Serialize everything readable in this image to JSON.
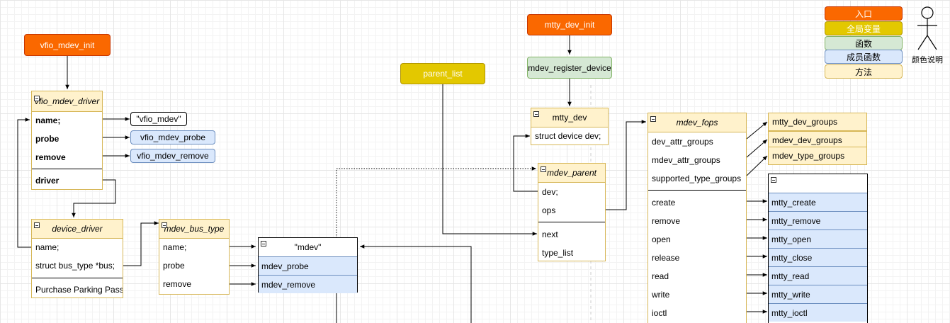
{
  "legend": {
    "entry": "入口",
    "global": "全局变量",
    "func": "函数",
    "member_func": "成员函数",
    "method": "方法",
    "caption": "颜色说明"
  },
  "nodes": {
    "vfio_mdev_init": "vfio_mdev_init",
    "parent_list": "parent_list",
    "mtty_dev_init": "mtty_dev_init",
    "mdev_register_device": "mdev_register_device"
  },
  "vfio_mdev_driver": {
    "title": "vfio_mdev_driver",
    "rows": [
      "name;",
      "probe",
      "remove",
      "driver"
    ]
  },
  "values": {
    "vfio_mdev_str": "\"vfio_mdev\"",
    "vfio_mdev_probe": "vfio_mdev_probe",
    "vfio_mdev_remove": "vfio_mdev_remove"
  },
  "device_driver": {
    "title": "device_driver",
    "rows": [
      "name;",
      "struct bus_type *bus;",
      "Purchase Parking Pass"
    ]
  },
  "mdev_bus_type": {
    "title": "mdev_bus_type",
    "rows": [
      "name;",
      "probe",
      "remove"
    ]
  },
  "mdev_box": {
    "title": "\"mdev\"",
    "rows": [
      "mdev_probe",
      "mdev_remove"
    ]
  },
  "mtty_dev": {
    "title": "mtty_dev",
    "rows": [
      "struct device dev;"
    ]
  },
  "mdev_parent": {
    "title": "mdev_parent",
    "rows": [
      "dev;",
      "ops",
      "next",
      "type_list"
    ]
  },
  "mdev_fops": {
    "title": "mdev_fops",
    "rows": [
      "dev_attr_groups",
      "mdev_attr_groups",
      "supported_type_groups",
      "create",
      "remove",
      "open",
      "release",
      "read",
      "write",
      "ioctl"
    ]
  },
  "groups": [
    "mtty_dev_groups",
    "mdev_dev_groups",
    "mdev_type_groups"
  ],
  "mtty_ops": [
    "mtty_create",
    "mtty_remove",
    "mtty_open",
    "mtty_close",
    "mtty_read",
    "mtty_write",
    "mtty_ioctl"
  ],
  "colors": {
    "orange": "#fa6800",
    "yellow": "#e3c800",
    "green": "#d5e8d4",
    "blue": "#dae8fc",
    "cream": "#fff2cc"
  }
}
